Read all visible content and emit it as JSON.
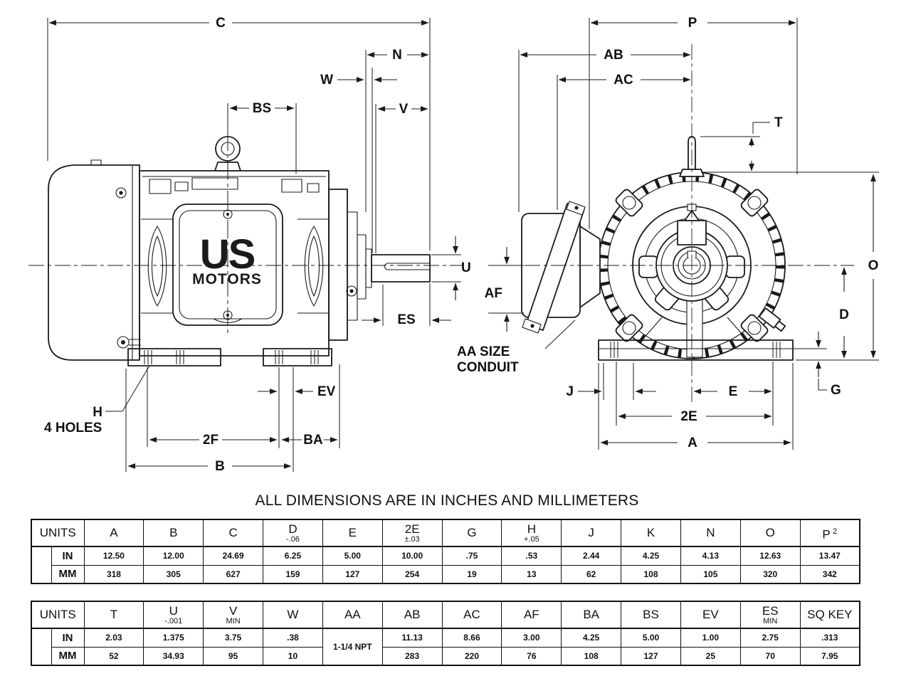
{
  "title": "ALL DIMENSIONS ARE IN INCHES AND MILLIMETERS",
  "logo": {
    "line1": "US",
    "line2": "MOTORS"
  },
  "side_view": {
    "labels": {
      "c": "C",
      "n": "N",
      "w": "W",
      "bs": "BS",
      "v": "V",
      "u": "U",
      "es": "ES",
      "ev": "EV",
      "ba": "BA",
      "f2": "2F",
      "b": "B",
      "h": "H",
      "holes": "4 HOLES"
    }
  },
  "end_view": {
    "labels": {
      "p": "P",
      "ab": "AB",
      "ac": "AC",
      "t": "T",
      "o": "O",
      "d": "D",
      "g": "G",
      "af": "AF",
      "aa1": "AA SIZE",
      "aa2": "CONDUIT",
      "j": "J",
      "e": "E",
      "e2": "2E",
      "a": "A"
    }
  },
  "table1": {
    "units_header": "UNITS",
    "row_labels": [
      "IN",
      "MM"
    ],
    "columns": [
      {
        "label": "A",
        "in": "12.50",
        "mm": "318"
      },
      {
        "label": "B",
        "in": "12.00",
        "mm": "305"
      },
      {
        "label": "C",
        "in": "24.69",
        "mm": "627"
      },
      {
        "label": "D",
        "sub": "-.06",
        "in": "6.25",
        "mm": "159"
      },
      {
        "label": "E",
        "in": "5.00",
        "mm": "127"
      },
      {
        "label": "2E",
        "sub": "±.03",
        "in": "10.00",
        "mm": "254"
      },
      {
        "label": "G",
        "in": ".75",
        "mm": "19"
      },
      {
        "label": "H",
        "sub": "+.05",
        "in": ".53",
        "mm": "13"
      },
      {
        "label": "J",
        "in": "2.44",
        "mm": "62"
      },
      {
        "label": "K",
        "in": "4.25",
        "mm": "108"
      },
      {
        "label": "N",
        "in": "4.13",
        "mm": "105"
      },
      {
        "label": "O",
        "in": "12.63",
        "mm": "320"
      },
      {
        "label": "P",
        "sup": "2",
        "in": "13.47",
        "mm": "342"
      }
    ]
  },
  "table2": {
    "units_header": "UNITS",
    "row_labels": [
      "IN",
      "MM"
    ],
    "columns": [
      {
        "label": "T",
        "in": "2.03",
        "mm": "52"
      },
      {
        "label": "U",
        "sub": "-.001",
        "in": "1.375",
        "mm": "34.93"
      },
      {
        "label": "V",
        "sub": "MIN",
        "in": "3.75",
        "mm": "95"
      },
      {
        "label": "W",
        "in": ".38",
        "mm": "10"
      },
      {
        "label": "AA",
        "merged": "1-1/4 NPT"
      },
      {
        "label": "AB",
        "in": "11.13",
        "mm": "283"
      },
      {
        "label": "AC",
        "in": "8.66",
        "mm": "220"
      },
      {
        "label": "AF",
        "in": "3.00",
        "mm": "76"
      },
      {
        "label": "BA",
        "in": "4.25",
        "mm": "108"
      },
      {
        "label": "BS",
        "in": "5.00",
        "mm": "127"
      },
      {
        "label": "EV",
        "in": "1.00",
        "mm": "25"
      },
      {
        "label": "ES",
        "sub": "MIN",
        "in": "2.75",
        "mm": "70"
      },
      {
        "label": "SQ KEY",
        "in": ".313",
        "mm": "7.95"
      }
    ]
  }
}
